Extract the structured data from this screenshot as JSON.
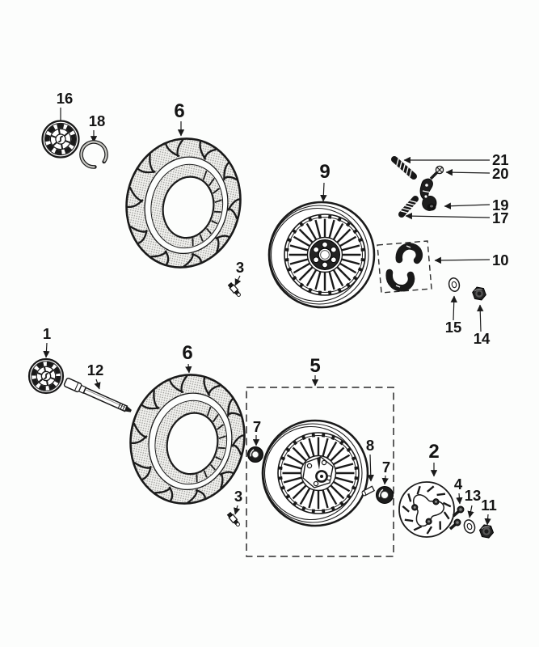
{
  "diagram": {
    "kind": "exploded-parts-diagram",
    "subject": "scooter front and rear wheel assemblies",
    "background": "#fcfdfc",
    "ink": "#1a1a1a",
    "halftone": "#8f8f8c",
    "dark_fill": "#1d1d1d"
  },
  "callouts": {
    "rear_hub_cap": "16",
    "circlip": "18",
    "rear_tyre": "6",
    "rear_rim": "9",
    "spring_screw": "21",
    "screw": "20",
    "bracket": "19",
    "spring": "17",
    "rear_valve": "3",
    "damper_kit": "10",
    "rear_washer": "15",
    "rear_nut": "14",
    "front_hub_cap": "1",
    "front_axle": "12",
    "front_tyre": "6",
    "front_wheel_kit": "5",
    "left_seal": "7",
    "spacer": "8",
    "right_seal": "7",
    "brake_disc": "2",
    "disc_screw": "4",
    "front_washer": "13",
    "front_nut": "11",
    "front_valve": "3"
  }
}
